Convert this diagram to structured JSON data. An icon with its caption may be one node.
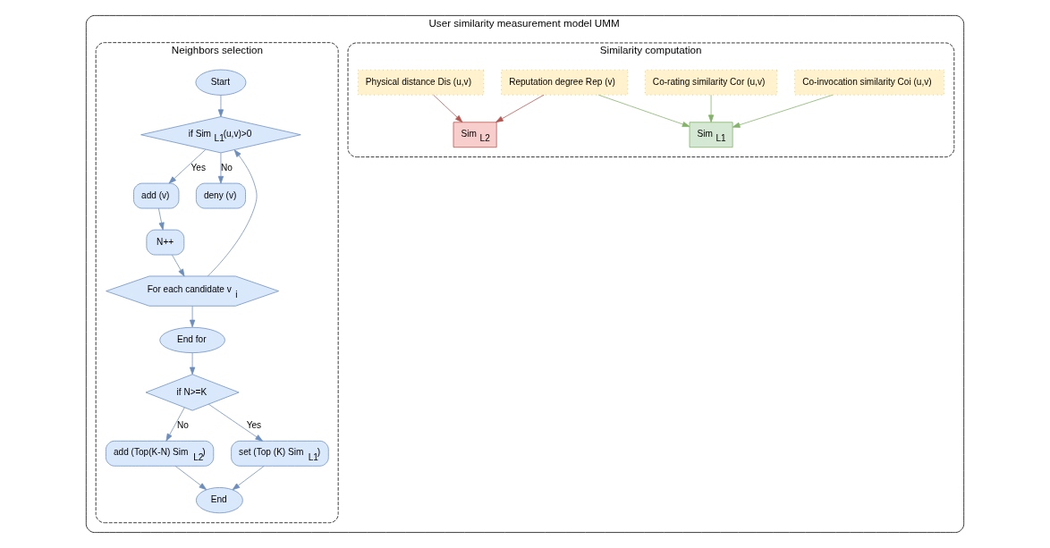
{
  "diagram": {
    "nodes": [
      {
        "text": [
          "User similarity measurement model UMM"
        ]
      },
      {
        "text": [
          "Similarity computation"
        ],
        "in": 0
      },
      {
        "text": [
          "Co-invocation similarity Coi (u,v)"
        ],
        "in": 1
      },
      {
        "text": [
          "Co-rating similarity Cor (u,v)"
        ],
        "in": 1
      },
      {
        "text": [
          "Reputation degree Rep (v)"
        ],
        "in": 1
      },
      {
        "text": [
          "Physical distance Dis (u,v)"
        ],
        "in": 1
      },
      {
        "text": [
          "Sim $_{L1}$"
        ],
        "in": 1
      },
      {
        "text": [
          "Sim $_{L2}$"
        ],
        "in": 1
      },
      {
        "text": [
          "Neighbors selection"
        ],
        "in": 0
      },
      {
        "text": [
          "Start"
        ],
        "in": 8
      },
      {
        "text": [
          "if Sim $_{L1}$(u,v)>0"
        ],
        "in": 8
      },
      {
        "text": [
          "add (v)"
        ],
        "in": 8
      },
      {
        "text": [
          "N++"
        ],
        "in": 8
      },
      {
        "text": [
          "For each candidate v$_{i}$"
        ],
        "in": 8
      },
      {
        "text": [
          "deny (v)"
        ],
        "in": 8
      },
      {
        "text": [
          "End for"
        ],
        "in": 8
      },
      {
        "text": [
          "if N>=K"
        ],
        "in": 8
      },
      {
        "text": [
          "add (Top(K-N) Sim $_{L2}$)"
        ],
        "in": 8
      },
      {
        "text": [
          "set (Top (K) Sim $_{L1}$)"
        ],
        "in": 8
      },
      {
        "text": [
          "End"
        ],
        "in": 8
      }
    ],
    "edges": [
      {
        "from": 2,
        "to": 6,
        "arrow": "to",
        "color": "#82b366"
      },
      {
        "from": 3,
        "to": 6,
        "arrow": "to",
        "color": "#82b366"
      },
      {
        "from": 4,
        "to": 6,
        "arrow": "to",
        "color": "#82b366"
      },
      {
        "from": 4,
        "to": 7,
        "arrow": "to",
        "color": "#b85450"
      },
      {
        "from": 5,
        "to": 7,
        "arrow": "to",
        "color": "#b85450"
      },
      {
        "from": 9,
        "to": 10,
        "arrow": "to"
      },
      {
        "from": 10,
        "to": 11,
        "arrow": "to",
        "label": "Yes"
      },
      {
        "from": 11,
        "to": 12,
        "arrow": "to"
      },
      {
        "from": 12,
        "to": 13,
        "arrow": "to"
      },
      {
        "from": 13,
        "to": 10,
        "arrow": "to"
      },
      {
        "from": 10,
        "to": 14,
        "arrow": "to",
        "label": "No"
      },
      {
        "from": 13,
        "to": 15,
        "arrow": "to"
      },
      {
        "from": 15,
        "to": 16,
        "arrow": "to"
      },
      {
        "from": 16,
        "to": 17,
        "arrow": "to",
        "label": "No"
      },
      {
        "from": 16,
        "to": 18,
        "arrow": "to",
        "label": "Yes"
      },
      {
        "from": 17,
        "to": 19,
        "arrow": "to"
      },
      {
        "from": 18,
        "to": 19,
        "arrow": "to"
      }
    ]
  }
}
